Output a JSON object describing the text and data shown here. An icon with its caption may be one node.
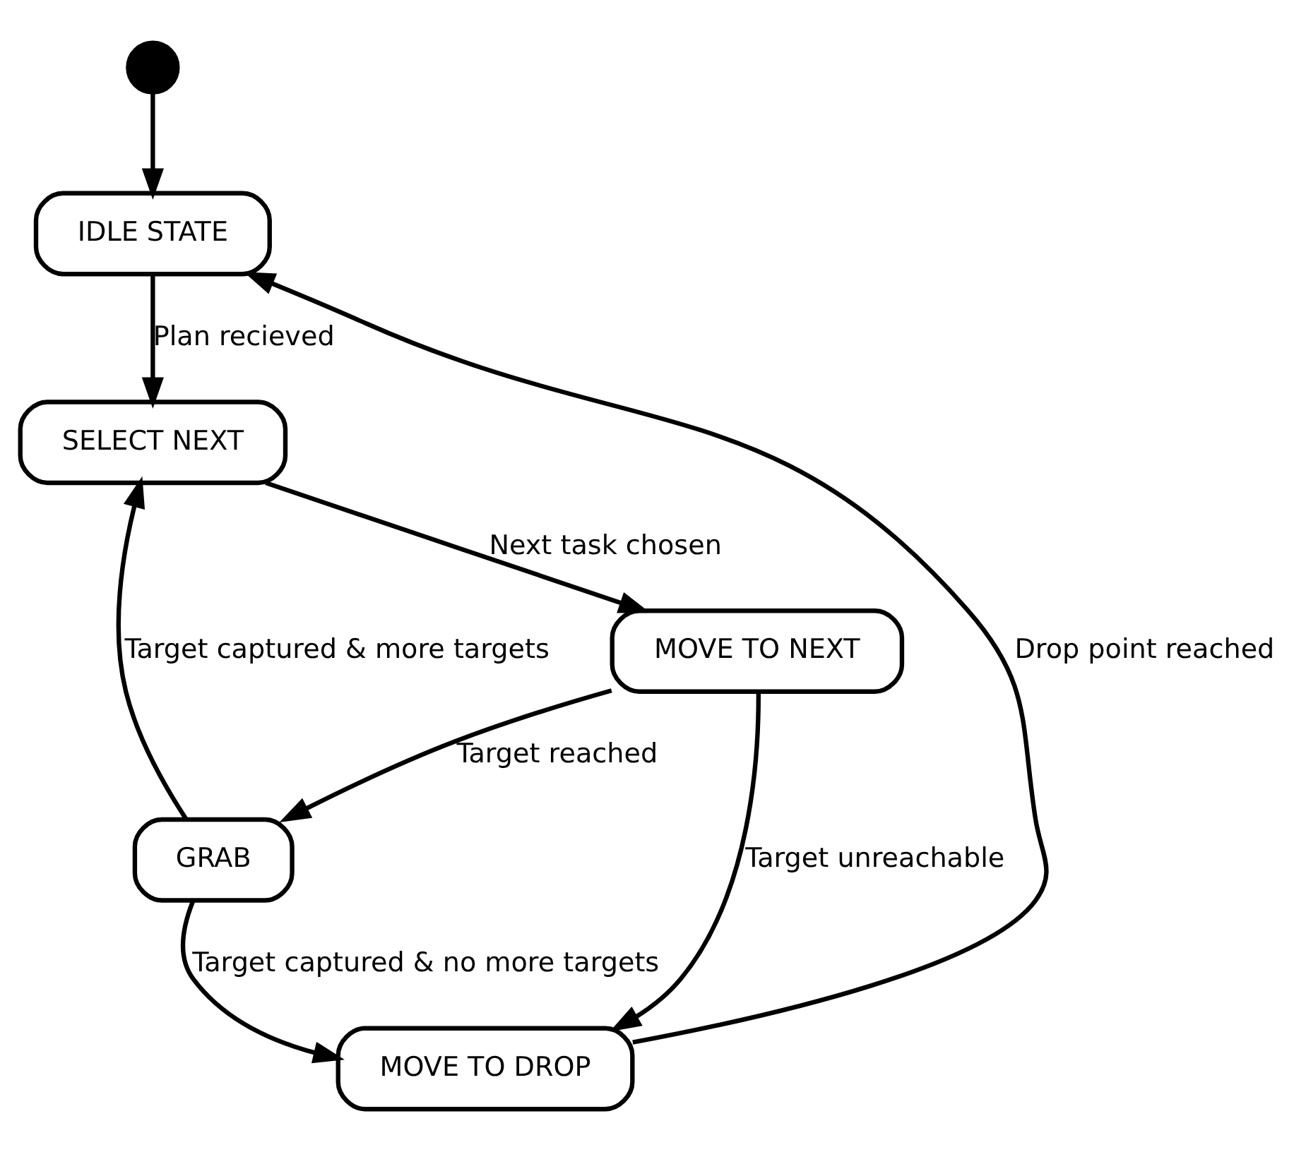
{
  "diagram": {
    "nodes": [
      {
        "text": [],
        "shape": "circle"
      },
      {
        "text": [
          "IDLE STATE"
        ]
      },
      {
        "text": [
          "SELECT NEXT"
        ]
      },
      {
        "text": [
          "MOVE TO NEXT"
        ]
      },
      {
        "text": [
          "GRAB"
        ]
      },
      {
        "text": [
          "MOVE TO DROP"
        ]
      }
    ],
    "edges": [
      {
        "from": 0,
        "to": 1,
        "arrow": "to"
      },
      {
        "from": 1,
        "to": 2,
        "arrow": "to",
        "label": "Plan recieved"
      },
      {
        "from": 2,
        "to": 3,
        "arrow": "to",
        "label": "Next task chosen"
      },
      {
        "from": 3,
        "to": 5,
        "arrow": "to",
        "label": "Target unreachable"
      },
      {
        "from": 3,
        "to": 4,
        "arrow": "to",
        "label": "Target reached"
      },
      {
        "from": 4,
        "to": 2,
        "arrow": "to",
        "label": "Target captured & more targets"
      },
      {
        "from": 4,
        "to": 5,
        "arrow": "to",
        "label": "Target captured & no more targets"
      },
      {
        "from": 5,
        "to": 1,
        "arrow": "to",
        "label": "Drop point reached"
      }
    ]
  }
}
